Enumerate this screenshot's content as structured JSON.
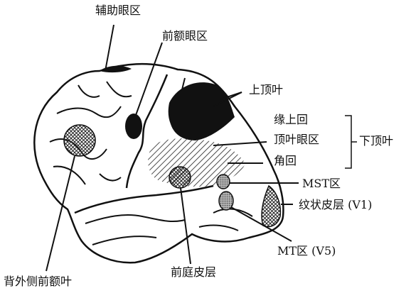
{
  "diagram": {
    "labels": {
      "supplementary_eye_field": "辅助眼区",
      "frontal_eye_field": "前额眼区",
      "superior_parietal_lobule": "上顶叶",
      "supramarginal_gyrus": "缘上回",
      "parietal_eye_field": "顶叶眼区",
      "inferior_parietal_lobule": "下顶叶",
      "angular_gyrus": "角回",
      "mst_area": "MST区",
      "striate_cortex": "纹状皮层 (V1)",
      "mt_area": "MT区  (V5)",
      "prestriate_cortex": "前庭皮层",
      "dorsolateral_prefrontal": "背外侧前额叶"
    }
  }
}
